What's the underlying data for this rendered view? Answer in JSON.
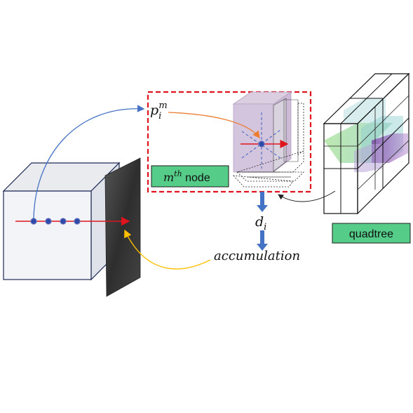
{
  "labels": {
    "point_base": "p",
    "point_sub": "i",
    "point_sup": "m",
    "node_sup": "m",
    "node_sup2": "th",
    "node_word": " node",
    "distance_base": "d",
    "distance_sub": "i",
    "accumulation": "accumulation",
    "quadtree": "quadtree"
  },
  "colors": {
    "node_box_border": "#e0141e",
    "label_box_fill": "#55cc88",
    "ray": "#e0141e",
    "sample_point": "#2f4aa8",
    "blue_arrow": "#4472c4",
    "orange_arrow": "#ed7d31",
    "yellow_arrow": "#ffc000",
    "cube_fill": "#f2f3f6",
    "image_plane": "#3a3a3a"
  },
  "sample_points_count": 4
}
